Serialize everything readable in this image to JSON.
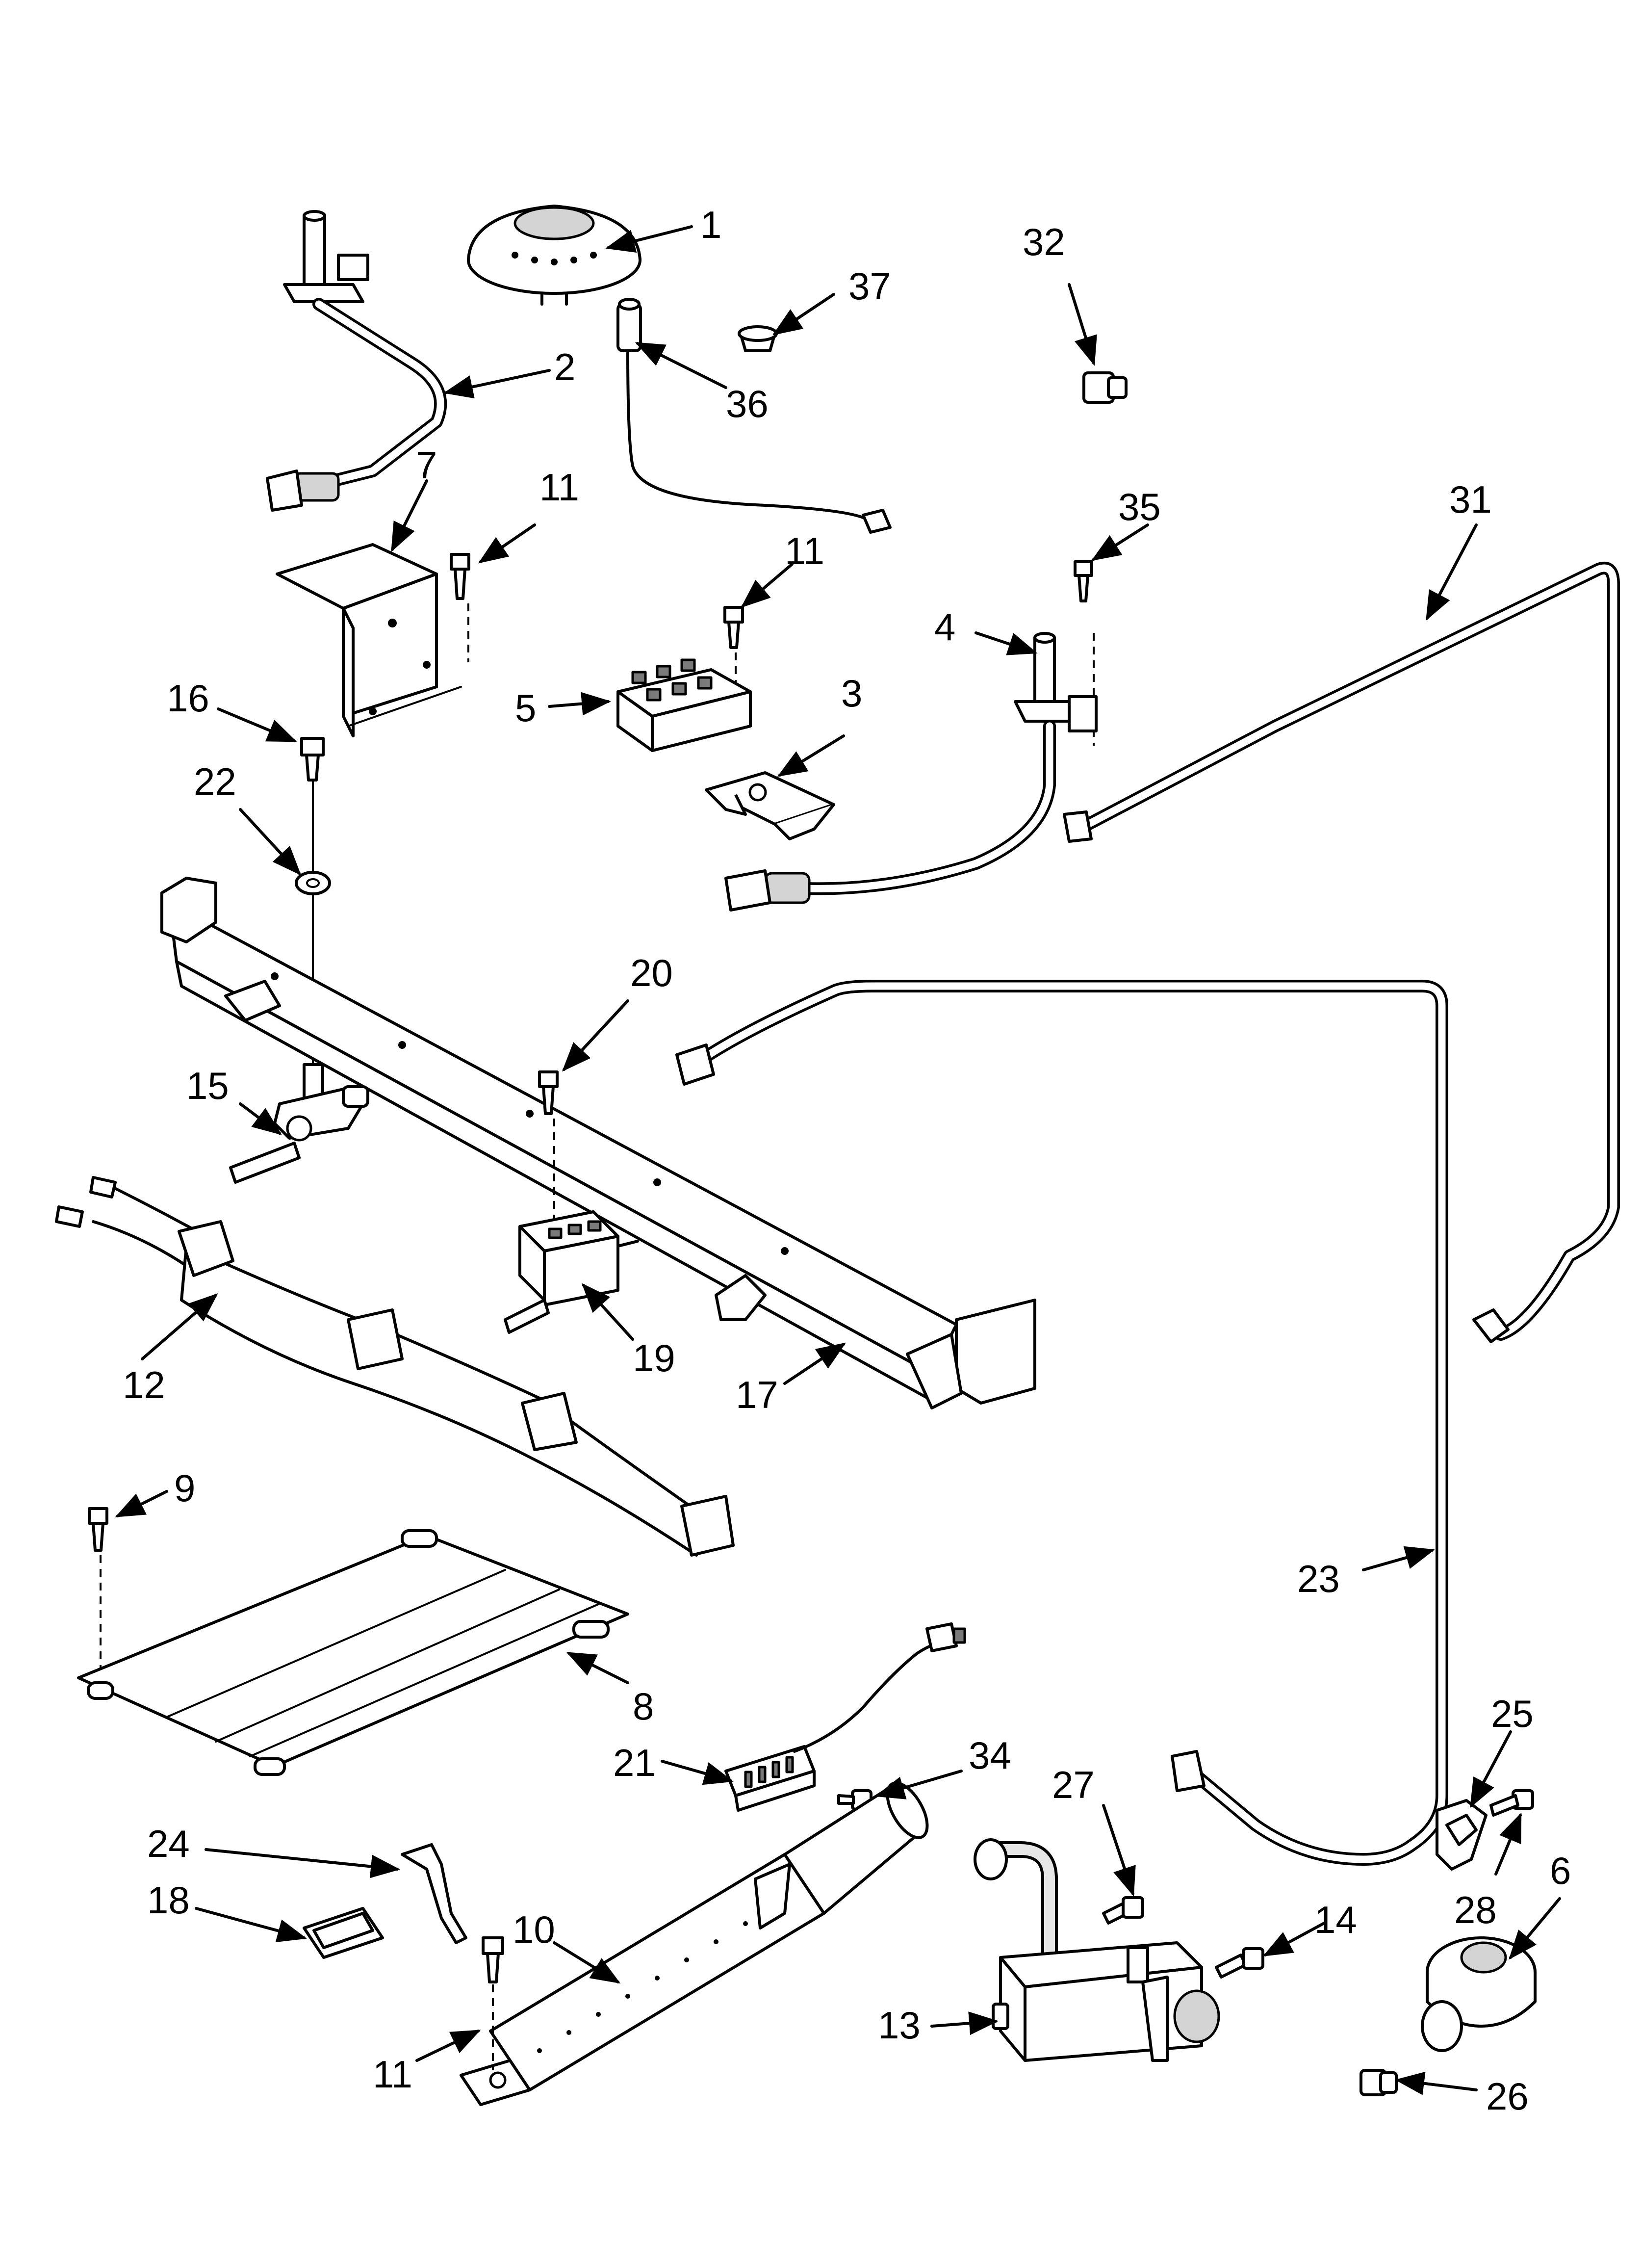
{
  "callouts": [
    {
      "id": "c1",
      "label": "1"
    },
    {
      "id": "c2",
      "label": "2"
    },
    {
      "id": "c3",
      "label": "3"
    },
    {
      "id": "c4",
      "label": "4"
    },
    {
      "id": "c5",
      "label": "5"
    },
    {
      "id": "c6",
      "label": "6"
    },
    {
      "id": "c7",
      "label": "7"
    },
    {
      "id": "c8",
      "label": "8"
    },
    {
      "id": "c9",
      "label": "9"
    },
    {
      "id": "c10",
      "label": "10"
    },
    {
      "id": "c11a",
      "label": "11"
    },
    {
      "id": "c11b",
      "label": "11"
    },
    {
      "id": "c11c",
      "label": "11"
    },
    {
      "id": "c12",
      "label": "12"
    },
    {
      "id": "c13",
      "label": "13"
    },
    {
      "id": "c14",
      "label": "14"
    },
    {
      "id": "c15",
      "label": "15"
    },
    {
      "id": "c16",
      "label": "16"
    },
    {
      "id": "c17",
      "label": "17"
    },
    {
      "id": "c18",
      "label": "18"
    },
    {
      "id": "c19",
      "label": "19"
    },
    {
      "id": "c20",
      "label": "20"
    },
    {
      "id": "c21",
      "label": "21"
    },
    {
      "id": "c22",
      "label": "22"
    },
    {
      "id": "c23",
      "label": "23"
    },
    {
      "id": "c24",
      "label": "24"
    },
    {
      "id": "c25",
      "label": "25"
    },
    {
      "id": "c26",
      "label": "26"
    },
    {
      "id": "c27",
      "label": "27"
    },
    {
      "id": "c28",
      "label": "28"
    },
    {
      "id": "c31",
      "label": "31"
    },
    {
      "id": "c32",
      "label": "32"
    },
    {
      "id": "c34",
      "label": "34"
    },
    {
      "id": "c35",
      "label": "35"
    },
    {
      "id": "c36",
      "label": "36"
    },
    {
      "id": "c37",
      "label": "37"
    }
  ]
}
